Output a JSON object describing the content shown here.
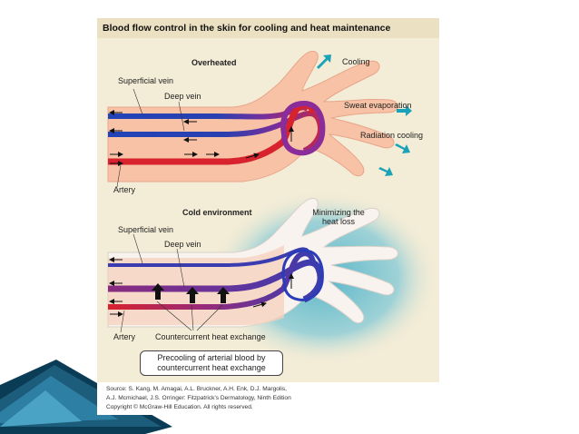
{
  "figure": {
    "title": "Blood flow control in the skin for cooling and heat maintenance",
    "overheated": {
      "heading": "Overheated",
      "superficial_vein": "Superficial vein",
      "deep_vein": "Deep vein",
      "artery": "Artery",
      "cooling": "Cooling",
      "sweat_evaporation": "Sweat evaporation",
      "radiation_cooling": "Radiation cooling"
    },
    "cold": {
      "heading": "Cold environment",
      "minimizing_line1": "Minimizing the",
      "minimizing_line2": "heat loss",
      "superficial_vein": "Superficial vein",
      "deep_vein": "Deep vein",
      "artery": "Artery",
      "countercurrent": "Countercurrent heat exchange",
      "precooling_line1": "Precooling of arterial blood by",
      "precooling_line2": "countercurrent heat exchange"
    },
    "source": {
      "line1": "Source: S. Kang, M. Amagai, A.L. Bruckner, A.H. Enk, D.J. Margolis,",
      "line2": "A.J. Mcmichael, J.S. Orringer: Fitzpatrick's Dermatology, Ninth Edition",
      "line3": "Copyright © McGraw-Hill Education. All rights reserved."
    }
  },
  "colors": {
    "vein_blue": "#2244b8",
    "artery_red": "#d8222e",
    "skin_warm": "#f7c2a6",
    "skin_cold": "#f8f3ef",
    "cold_halo": "#4fb2c8",
    "arrow_teal": "#1aa3b8",
    "slide_accent": "#1d5d7c"
  },
  "icons": [
    "cooling-arrow-icon",
    "flow-arrow-icon",
    "heat-exchange-arrow-icon"
  ]
}
